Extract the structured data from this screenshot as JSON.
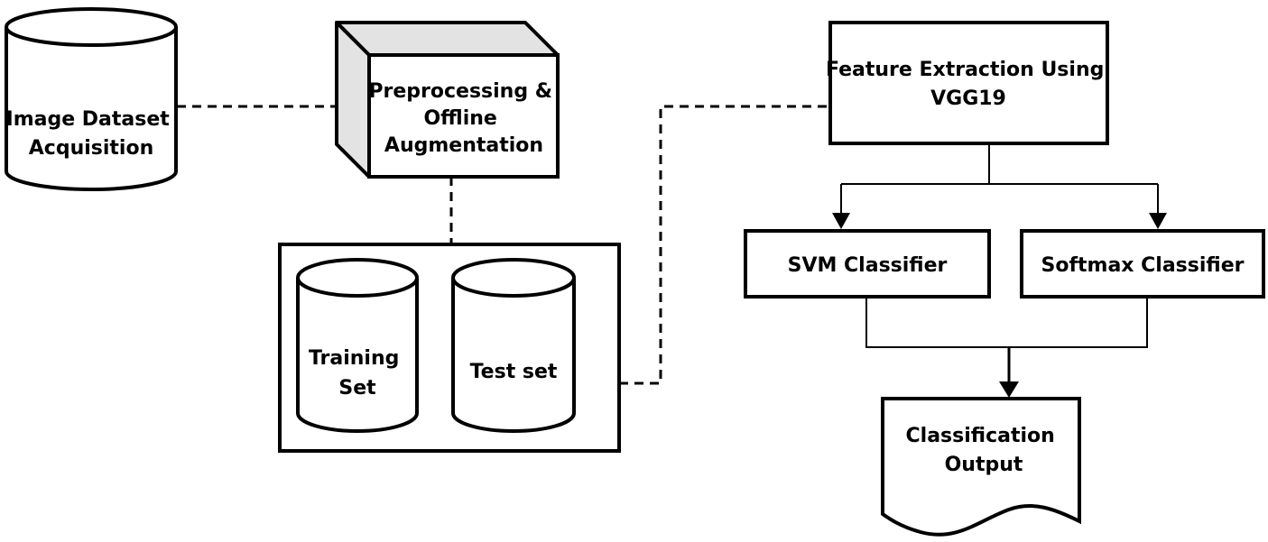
{
  "nodes": {
    "dataset": {
      "lines": [
        "Image Dataset",
        "Acquisition"
      ]
    },
    "preprocessing": {
      "lines": [
        "Preprocessing &",
        "Offline",
        "Augmentation"
      ]
    },
    "training_set": {
      "lines": [
        "Training",
        "Set"
      ]
    },
    "test_set": {
      "lines": [
        "Test set"
      ]
    },
    "feature_extraction": {
      "lines": [
        "Feature Extraction Using",
        "VGG19"
      ]
    },
    "svm": {
      "lines": [
        "SVM Classifier"
      ]
    },
    "softmax": {
      "lines": [
        "Softmax Classifier"
      ]
    },
    "output": {
      "lines": [
        "Classification",
        "Output"
      ]
    }
  }
}
